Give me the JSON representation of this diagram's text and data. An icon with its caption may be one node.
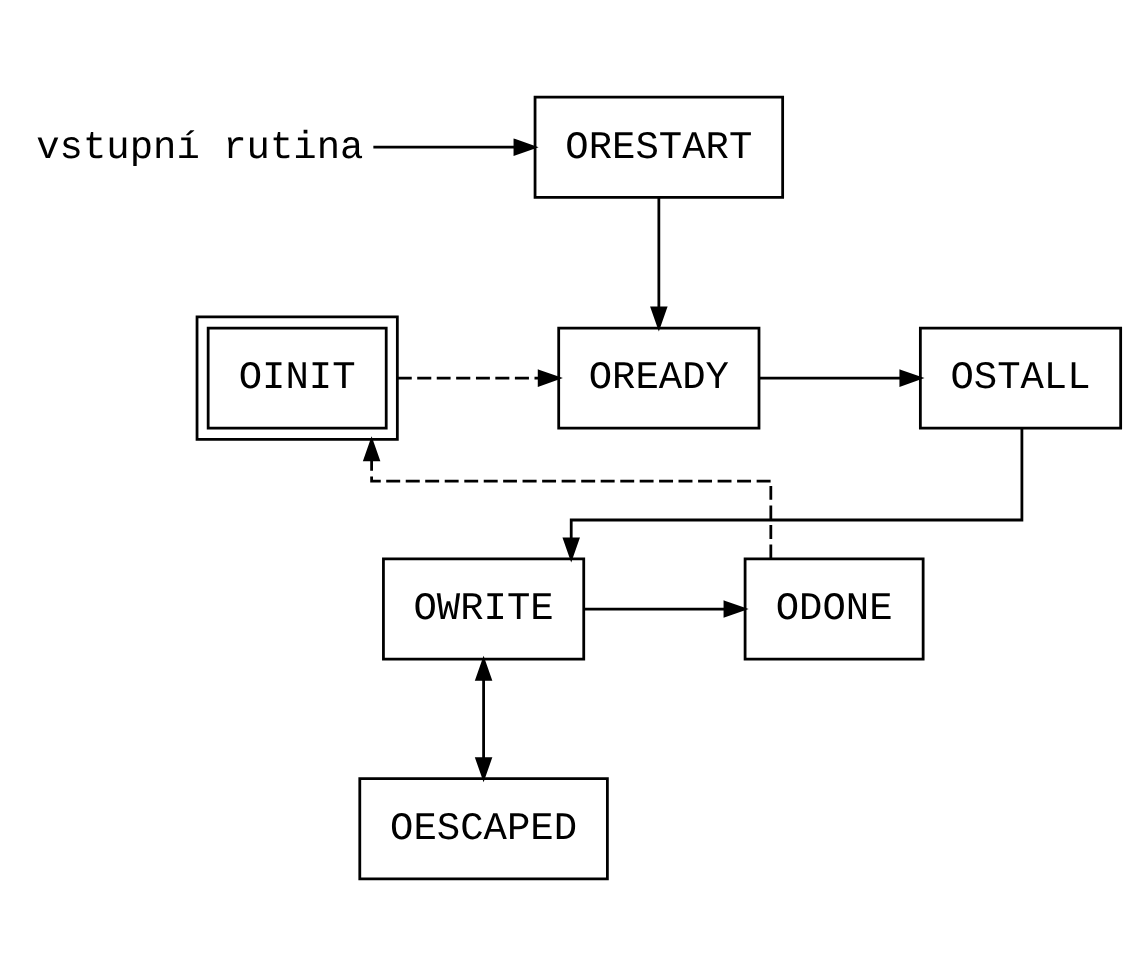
{
  "diagram": {
    "nodes": [
      {
        "text": [
          "vstupní rutina"
        ]
      },
      {
        "text": [
          "ORESTART"
        ]
      },
      {
        "text": [
          "OINIT"
        ]
      },
      {
        "text": [
          "OREADY"
        ]
      },
      {
        "text": [
          "OSTALL"
        ]
      },
      {
        "text": [
          "ODONE"
        ]
      },
      {
        "text": [
          "OWRITE"
        ]
      },
      {
        "text": [
          "OESCAPED"
        ]
      }
    ],
    "edges": [
      {
        "from": 0,
        "to": 1,
        "arrow": "to"
      },
      {
        "from": 1,
        "to": 3,
        "arrow": "to"
      },
      {
        "from": 2,
        "to": 3,
        "arrow": "to",
        "style": "dashed"
      },
      {
        "from": 3,
        "to": 4,
        "arrow": "to"
      },
      {
        "from": 4,
        "to": 6,
        "arrow": "to"
      },
      {
        "from": 6,
        "to": 5,
        "arrow": "to"
      },
      {
        "from": 6,
        "to": 7,
        "arrow": "both"
      },
      {
        "from": 5,
        "to": 2,
        "arrow": "to",
        "style": "dashed"
      }
    ]
  }
}
